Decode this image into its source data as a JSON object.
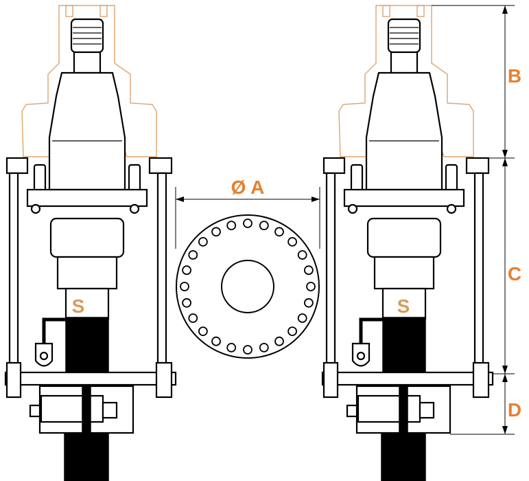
{
  "labels": {
    "diameter": "Ø A",
    "dim_b": "B",
    "dim_c": "C",
    "dim_d": "D",
    "section_left": "S",
    "section_right": "S"
  },
  "colors": {
    "accent": "#e87f2e",
    "outline": "#e0a36b",
    "line": "#000000"
  }
}
